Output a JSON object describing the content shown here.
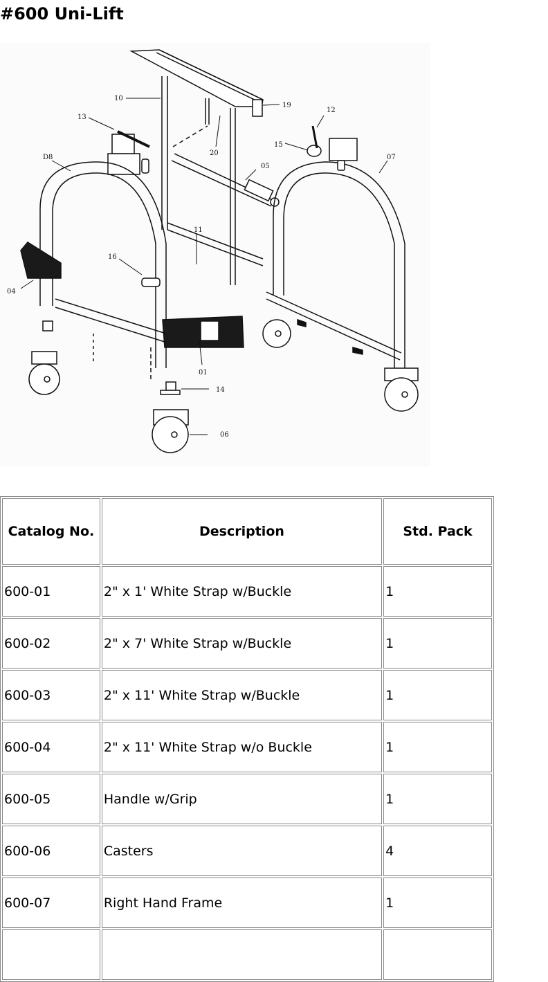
{
  "page": {
    "title": "#600 Uni-Lift"
  },
  "diagram": {
    "name": "Uni-Lift exploded parts diagram",
    "callouts": [
      "10",
      "19",
      "13",
      "12",
      "20",
      "15",
      "D8",
      "05",
      "07",
      "11",
      "16",
      "04",
      "01",
      "14",
      "06"
    ]
  },
  "table": {
    "headers": {
      "catalog": "Catalog No.",
      "description": "Description",
      "pack": "Std. Pack"
    },
    "rows": [
      {
        "catalog": "600-01",
        "description": "2\" x 1' White Strap w/Buckle",
        "pack": "1"
      },
      {
        "catalog": "600-02",
        "description": "2\" x 7' White Strap w/Buckle",
        "pack": "1"
      },
      {
        "catalog": "600-03",
        "description": "2\" x 11' White Strap w/Buckle",
        "pack": "1"
      },
      {
        "catalog": "600-04",
        "description": "2\" x 11' White Strap w/o Buckle",
        "pack": "1"
      },
      {
        "catalog": "600-05",
        "description": "Handle w/Grip",
        "pack": "1"
      },
      {
        "catalog": "600-06",
        "description": "Casters",
        "pack": "4"
      },
      {
        "catalog": "600-07",
        "description": "Right Hand Frame",
        "pack": "1"
      },
      {
        "catalog": "",
        "description": "",
        "pack": ""
      }
    ]
  }
}
